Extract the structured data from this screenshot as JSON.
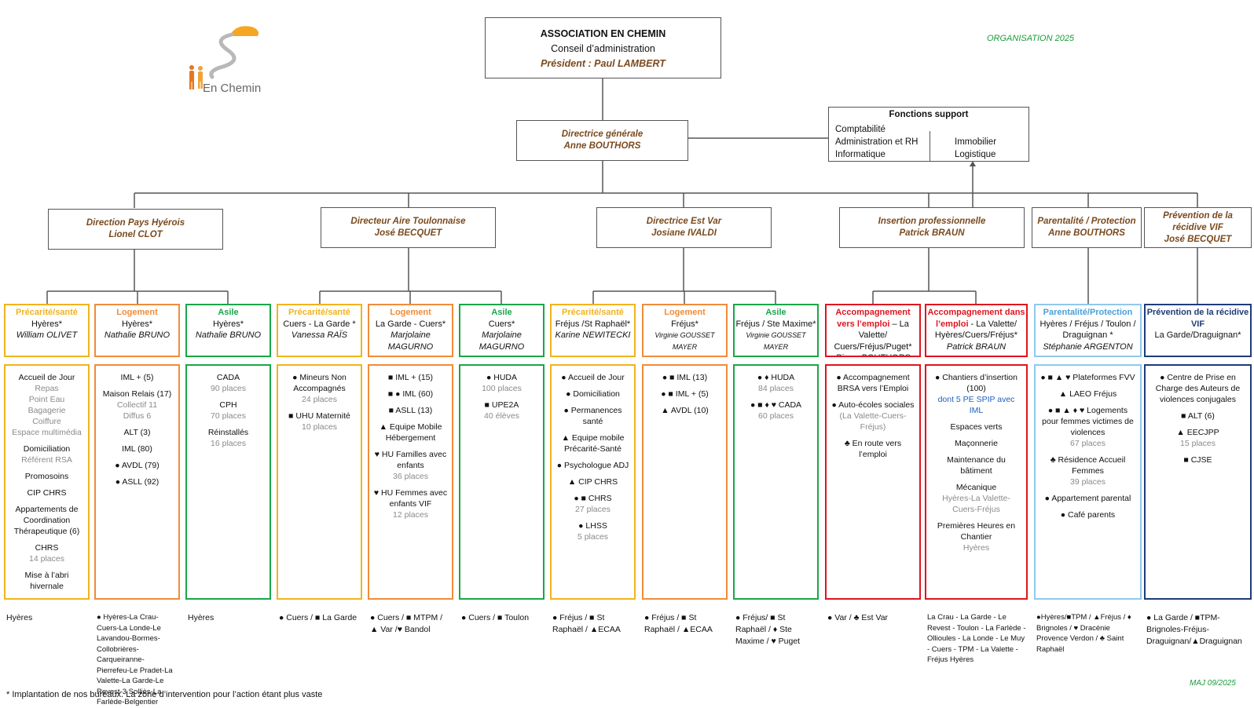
{
  "logo": {
    "text": "En Chemin",
    "sun_color": "#f5a623",
    "figure_color": "#e8761e"
  },
  "org_tag": "ORGANISATION 2025",
  "maj_tag": "MAJ 09/2025",
  "footnote": "* Implantation de nos bureaux. La zone d’intervention pour l’action étant plus vaste",
  "top": {
    "title": "ASSOCIATION EN CHEMIN",
    "subtitle": "Conseil d’administration",
    "president": "Président : Paul LAMBERT"
  },
  "dg": {
    "title": "Directrice générale",
    "name": "Anne BOUTHORS"
  },
  "support": {
    "title": "Fonctions support",
    "left": [
      "Comptabilité",
      "Administration et RH",
      "Informatique"
    ],
    "right": [
      "Immobilier",
      "Logistique"
    ]
  },
  "directions": [
    {
      "title": "Direction Pays Hyérois",
      "name": "Lionel CLOT"
    },
    {
      "title": "Directeur Aire Toulonnaise",
      "name": "José BECQUET"
    },
    {
      "title": "Directrice Est Var",
      "name": "Josiane IVALDI"
    },
    {
      "title": "Insertion professionnelle",
      "name": "Patrick BRAUN"
    },
    {
      "title": "Parentalité / Protection",
      "name": "Anne BOUTHORS"
    },
    {
      "title": "Prévention de la récidive VIF",
      "name": "José BECQUET"
    }
  ],
  "colors": {
    "yellow": "#f2b31d",
    "orange": "#f08c3a",
    "green": "#1aa64a",
    "red": "#e0141e",
    "lightblue": "#8fc8ec",
    "navy": "#1f3b7a",
    "brown": "#7a4a1e"
  },
  "services": [
    {
      "label": "Précarité/santé",
      "location": "Hyères*",
      "person": "William OLIVET",
      "items": [
        {
          "text": "Accueil de Jour",
          "sub": [
            "Repas",
            "Point Eau",
            "Bagagerie",
            "Coiffure",
            "Espace multimédia"
          ]
        },
        {
          "text": "Domiciliation",
          "sub": [
            "Référent RSA"
          ]
        },
        {
          "text": "Promosoins",
          "sub": []
        },
        {
          "text": "CIP CHRS",
          "sub": []
        },
        {
          "text": "Appartements de Coordination Thérapeutique (6)",
          "sub": []
        },
        {
          "text": "CHRS",
          "sub": [
            "14 places"
          ]
        },
        {
          "text": "Mise à l’abri hivernale",
          "sub": []
        }
      ],
      "footer": "Hyères"
    },
    {
      "label": "Logement",
      "location": "Hyères*",
      "person": "Nathalie BRUNO",
      "items": [
        {
          "text": "IML + (5)",
          "sub": []
        },
        {
          "text": "Maison Relais (17)",
          "sub": [
            "Collectif 11",
            "Diffus 6"
          ]
        },
        {
          "text": "ALT (3)",
          "sub": []
        },
        {
          "text": "IML (80)",
          "sub": []
        },
        {
          "text": "● AVDL (79)",
          "sub": []
        },
        {
          "text": "● ASLL (92)",
          "sub": []
        }
      ],
      "footer": "● Hyères-La Crau-Cuers-La Londe-Le Lavandou-Bormes-Collobrières-Carqueiranne- Pierrefeu-Le Pradet-La Valette-La Garde-Le Revest-3 Solliès-La Farlède-Belgentier"
    },
    {
      "label": "Asile",
      "location": "Hyères*",
      "person": "Nathalie BRUNO",
      "items": [
        {
          "text": "CADA",
          "sub": [
            "90 places"
          ]
        },
        {
          "text": "CPH",
          "sub": [
            "70 places"
          ]
        },
        {
          "text": "Réinstallés",
          "sub": [
            "16 places"
          ]
        }
      ],
      "footer": "Hyères"
    },
    {
      "label": "Précarité/santé",
      "location": "Cuers - La Garde *",
      "person": "Vanessa RAÏS",
      "items": [
        {
          "text": "● Mineurs Non Accompagnés",
          "sub": [
            "24 places"
          ]
        },
        {
          "text": "■ UHU Maternité",
          "sub": [
            "10 places"
          ]
        }
      ],
      "footer": "● Cuers / ■ La Garde"
    },
    {
      "label": "Logement",
      "location": "La Garde - Cuers*",
      "person": "Marjolaine MAGURNO",
      "items": [
        {
          "text": "■ IML + (15)",
          "sub": []
        },
        {
          "text": "■ ● IML (60)",
          "sub": []
        },
        {
          "text": "■ ASLL (13)",
          "sub": []
        },
        {
          "text": "▲ Equipe Mobile Hébergement",
          "sub": []
        },
        {
          "text": "♥ HU Familles avec enfants",
          "sub": [
            "36 places"
          ]
        },
        {
          "text": "♥ HU Femmes avec enfants VIF",
          "sub": [
            "12 places"
          ]
        }
      ],
      "footer": "● Cuers / ■ MTPM / ▲ Var /♥ Bandol"
    },
    {
      "label": "Asile",
      "location": "Cuers*",
      "person": "Marjolaine MAGURNO",
      "items": [
        {
          "text": "● HUDA",
          "sub": [
            "100 places"
          ]
        },
        {
          "text": "■ UPE2A",
          "sub": [
            "40 élèves"
          ]
        }
      ],
      "footer": "● Cuers / ■ Toulon"
    },
    {
      "label": "Précarité/santé",
      "location": "Fréjus /St Raphaël*",
      "person": "Karine NEWITECKI",
      "items": [
        {
          "text": "● Accueil de Jour",
          "sub": []
        },
        {
          "text": "● Domiciliation",
          "sub": []
        },
        {
          "text": "● Permanences santé",
          "sub": []
        },
        {
          "text": "▲ Equipe mobile Précarité-Santé",
          "sub": []
        },
        {
          "text": "● Psychologue ADJ",
          "sub": []
        },
        {
          "text": "▲ CIP CHRS",
          "sub": []
        },
        {
          "text": "● ■ CHRS",
          "sub": [
            "27 places"
          ]
        },
        {
          "text": "● LHSS",
          "sub": [
            "5 places"
          ]
        }
      ],
      "footer": "● Fréjus / ■ St Raphaël / ▲ECAA"
    },
    {
      "label": "Logement",
      "location": "Fréjus*",
      "person": "Virginie GOUSSET MAYER",
      "items": [
        {
          "text": "● ■ IML (13)",
          "sub": []
        },
        {
          "text": "● ■ IML + (5)",
          "sub": []
        },
        {
          "text": "▲ AVDL (10)",
          "sub": []
        }
      ],
      "footer": "● Fréjus / ■ St Raphaël / ▲ECAA"
    },
    {
      "label": "Asile",
      "location": "Fréjus / Ste Maxime*",
      "person": "Virginie GOUSSET MAYER",
      "items": [
        {
          "text": "● ♦ HUDA",
          "sub": [
            "84 places"
          ]
        },
        {
          "text": "● ■ ♦ ♥ CADA",
          "sub": [
            "60 places"
          ]
        }
      ],
      "footer": "● Fréjus/ ■ St Raphaël / ♦ Ste Maxime / ♥ Puget"
    },
    {
      "label": "Accompagnement vers l’emploi",
      "location": "– La Valette/ Cuers/Fréjus/Puget*",
      "person": "Pierre BOUTHORS",
      "items": [
        {
          "text": "● Accompagnement BRSA vers l’Emploi",
          "sub": []
        },
        {
          "text": "● Auto-écoles sociales",
          "sub": [
            "(La Valette-Cuers-Fréjus)"
          ]
        },
        {
          "text": "♣ En route vers l’emploi",
          "sub": []
        }
      ],
      "footer": "● Var / ♣ Est Var"
    },
    {
      "label": "Accompagnement dans l’emploi",
      "location": "- La Valette/ Hyères/Cuers/Fréjus*",
      "person": "Patrick BRAUN",
      "items": [
        {
          "text": "● Chantiers d’insertion (100)",
          "sub": [],
          "blue": "dont 5 PE SPIP avec IML"
        },
        {
          "text": "Espaces verts",
          "sub": []
        },
        {
          "text": "Maçonnerie",
          "sub": []
        },
        {
          "text": "Maintenance du bâtiment",
          "sub": []
        },
        {
          "text": "Mécanique",
          "sub": [
            "Hyères-La Valette-Cuers-Fréjus"
          ]
        },
        {
          "text": "Premières Heures en Chantier",
          "sub": [
            "Hyères"
          ]
        }
      ],
      "footer": "La Crau - La Garde - Le Revest - Toulon - La Farlède - Ollioules - La Londe - Le Muy - Cuers - TPM - La Valette - Fréjus Hyères"
    },
    {
      "label": "Parentalité/Protection",
      "location": "Hyères / Fréjus / Toulon / Draguignan *",
      "person": "Stéphanie ARGENTON",
      "items": [
        {
          "text": "● ■ ▲ ♥ Plateformes FVV",
          "sub": []
        },
        {
          "text": "▲ LAEO Fréjus",
          "sub": []
        },
        {
          "text": "● ■ ▲ ♦ ♥ Logements pour femmes victimes de violences",
          "sub": [
            "67 places"
          ]
        },
        {
          "text": "♣ Résidence Accueil Femmes",
          "sub": [
            "39 places"
          ]
        },
        {
          "text": "● Appartement parental",
          "sub": []
        },
        {
          "text": "● Café parents",
          "sub": []
        }
      ],
      "footer": "●Hyères/■TPM / ▲Fréjus / ♦ Brignoles / ♥ Dracénie Provence Verdon / ♣ Saint Raphaël"
    },
    {
      "label": "Prévention de la récidive VIF",
      "location": "La Garde/Draguignan*",
      "person": "",
      "items": [
        {
          "text": "● Centre de Prise en Charge des Auteurs de violences conjugales",
          "sub": []
        },
        {
          "text": "■ ALT (6)",
          "sub": []
        },
        {
          "text": "▲ EECJPP",
          "sub": [
            "15 places"
          ]
        },
        {
          "text": "■ CJSE",
          "sub": []
        }
      ],
      "footer": "● La Garde / ■TPM-Brignoles-Fréjus-Draguignan/▲Draguignan"
    }
  ]
}
